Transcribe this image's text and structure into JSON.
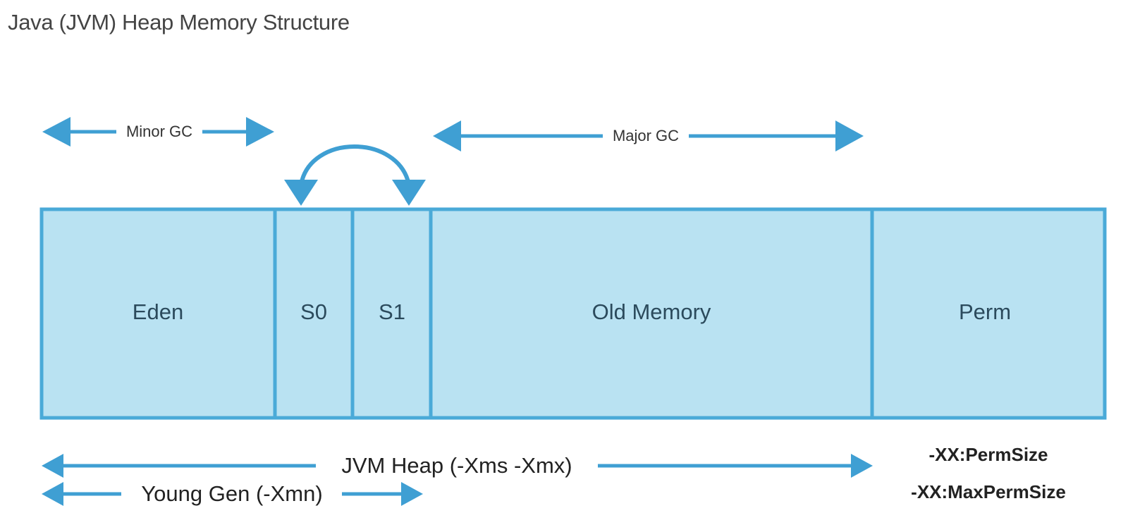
{
  "title": "Java (JVM) Heap Memory Structure",
  "colors": {
    "segment_fill": "#b9e2f2",
    "segment_stroke": "#4aaad8",
    "arrow": "#3f9fd3"
  },
  "segments": {
    "eden": "Eden",
    "s0": "S0",
    "s1": "S1",
    "old": "Old Memory",
    "perm": "Perm"
  },
  "gc": {
    "minor": "Minor GC",
    "major": "Major GC"
  },
  "heap": {
    "jvm_heap": "JVM Heap (-Xms -Xmx)",
    "young_gen": "Young Gen (-Xmn)"
  },
  "perm_flags": {
    "perm_size": "-XX:PermSize",
    "max_perm_size": "-XX:MaxPermSize"
  }
}
